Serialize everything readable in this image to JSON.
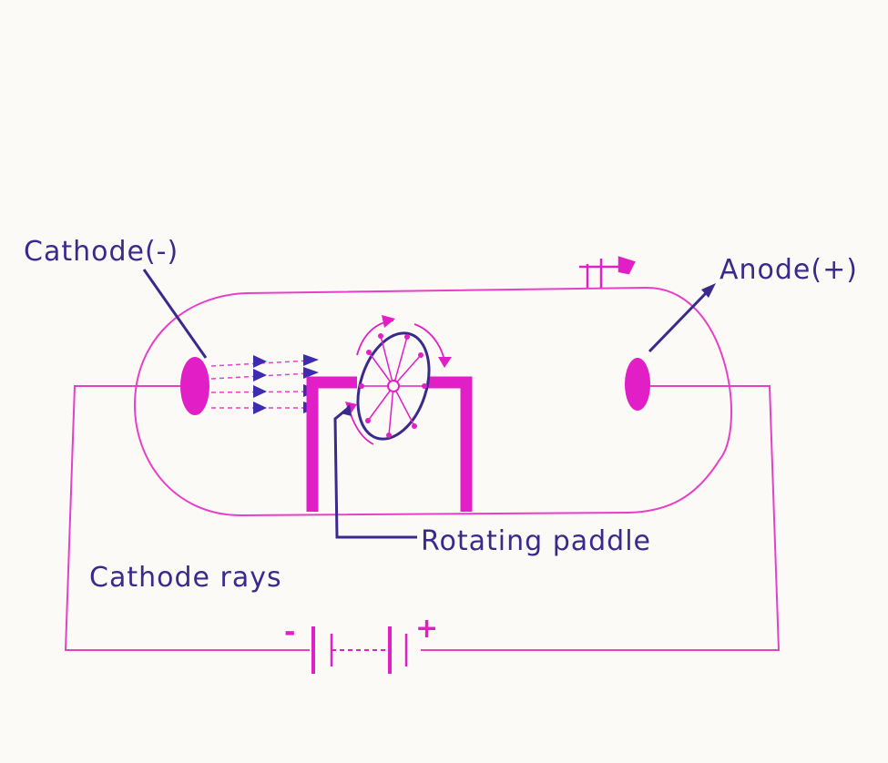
{
  "labels": {
    "cathode": "Cathode(-)",
    "anode": "Anode(+)",
    "paddle": "Rotating paddle",
    "rays": "Cathode rays"
  },
  "battery": {
    "negative": "-",
    "positive": "+"
  },
  "colors": {
    "tube": "#e83fc9",
    "fill": "#e21fc6",
    "ink": "#3a2a8c",
    "ray_arrow": "#3d2bb0",
    "paper": "#fbfaf7"
  }
}
